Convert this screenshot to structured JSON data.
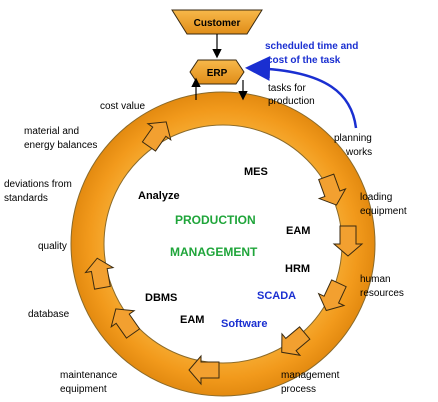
{
  "top": {
    "customer": "Customer",
    "erp": "ERP",
    "scheduled_note_line1": "scheduled time and",
    "scheduled_note_line2": "cost of the task",
    "tasks_line1": "tasks for",
    "tasks_line2": "production"
  },
  "outer_labels": {
    "cost_value": "cost value",
    "material_line1": "material and",
    "material_line2": "energy balances",
    "deviations_line1": "deviations from",
    "deviations_line2": "standards",
    "quality": "quality",
    "database": "database",
    "maintenance_line1": "maintenance",
    "maintenance_line2": "equipment",
    "planning_line1": "planning",
    "planning_line2": "works",
    "loading_line1": "loading",
    "loading_line2": "equipment",
    "human_line1": "human",
    "human_line2": "resources",
    "management_line1": "management",
    "management_line2": "process"
  },
  "center": {
    "mes": "MES",
    "analyze": "Analyze",
    "production": "PRODUCTION",
    "management": "MANAGEMENT",
    "eam_right": "EAM",
    "hrm": "HRM",
    "scada": "SCADA",
    "software": "Software",
    "dbms": "DBMS",
    "eam_left": "EAM"
  },
  "colors": {
    "ring": "#f5a623",
    "ring_stroke": "#8a6a2a",
    "box": "#f0a630",
    "accent_green": "#1fa53a",
    "accent_blue": "#1a2fd1"
  }
}
